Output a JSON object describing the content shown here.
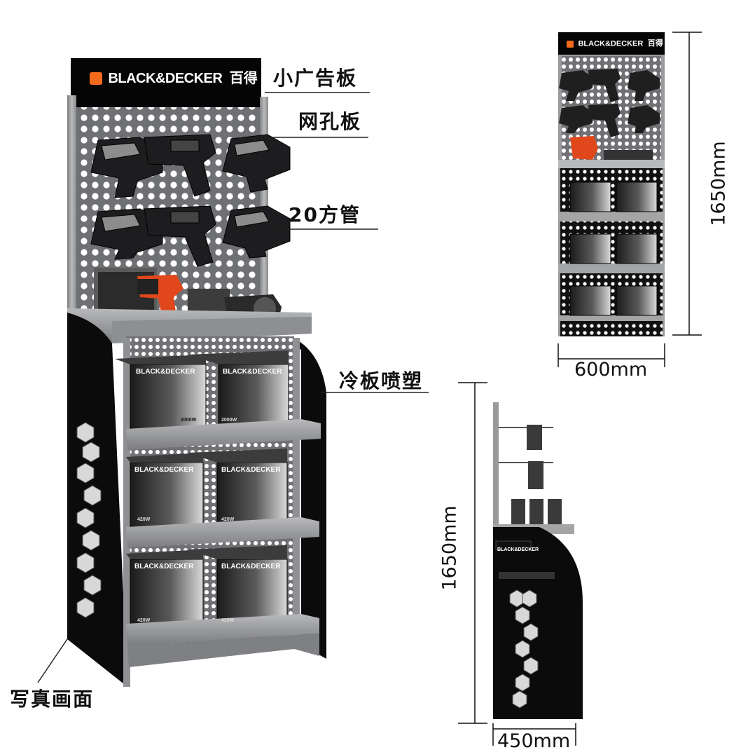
{
  "brand": {
    "logo_text": "BLACK&DECKER",
    "logo_cn": "百得",
    "box_text": "BLACK&DECKER"
  },
  "callouts": {
    "header_board": "小广告板",
    "pegboard": "网孔板",
    "square_tube": "20方管",
    "cold_plate_coating": "冷板喷塑",
    "photo_graphic": "写真画面"
  },
  "dimensions": {
    "front_height": "1650mm",
    "front_width": "600mm",
    "side_height": "1650mm",
    "side_depth": "450mm"
  },
  "product_boxes": {
    "wattage_top": "2000W",
    "wattage_lower": "420W"
  },
  "colors": {
    "frame": "#9a9a9c",
    "panel": "#0b0b0b",
    "pegboard": "#6f7074",
    "logo_orange": "#f26a1b"
  }
}
